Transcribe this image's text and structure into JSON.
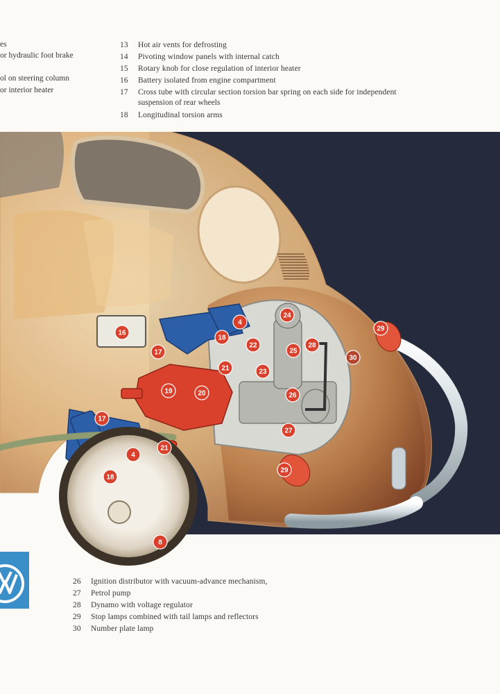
{
  "top_left_fragments": [
    "es",
    "or hydraulic foot brake",
    "ol on steering column",
    "or interior heater"
  ],
  "top_legend": [
    {
      "num": "13",
      "text": "Hot air vents for defrosting"
    },
    {
      "num": "14",
      "text": "Pivoting window panels with internal catch"
    },
    {
      "num": "15",
      "text": "Rotary knob for close regulation of interior heater"
    },
    {
      "num": "16",
      "text": "Battery isolated from engine compartment"
    },
    {
      "num": "17",
      "text": "Cross tube with circular section torsion bar spring on each side for independent"
    },
    {
      "num": "18",
      "text": "Longitudinal torsion arms"
    }
  ],
  "top_legend_continuation": "suspension of rear wheels",
  "bottom_legend": [
    {
      "num": "26",
      "text": "Ignition distributor with vacuum-advance mechanism,"
    },
    {
      "num": "27",
      "text": "Petrol pump"
    },
    {
      "num": "28",
      "text": "Dynamo with voltage regulator"
    },
    {
      "num": "29",
      "text": "Stop lamps combined with tail lamps and reflectors"
    },
    {
      "num": "30",
      "text": "Number plate lamp"
    }
  ],
  "callouts": [
    "16",
    "17",
    "4",
    "18",
    "22",
    "24",
    "25",
    "28",
    "29",
    "30",
    "21",
    "23",
    "19",
    "20",
    "26",
    "27",
    "17",
    "4",
    "21",
    "18",
    "29",
    "8"
  ],
  "colors": {
    "background": "#fbfaf6",
    "night_sky": "#262a3d",
    "body_tan": "#e8c79a",
    "body_brown": "#a7643a",
    "callout_red": "#d9412c",
    "suspension_blue": "#2c5fa8",
    "logo_blue": "#3b8fc9"
  },
  "logo_icon": "vw-logo-icon"
}
